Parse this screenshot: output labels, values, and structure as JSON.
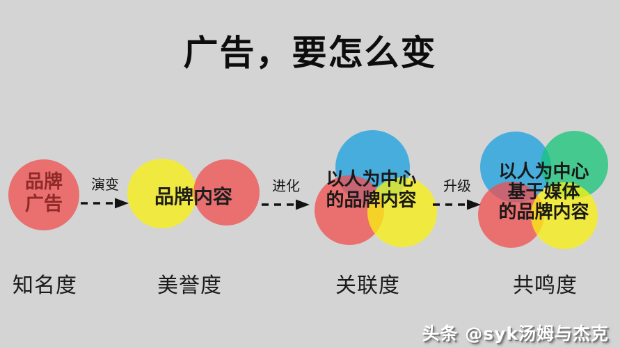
{
  "title": "广告，要怎么变",
  "watermark": "头条 @syk汤姆与杰克",
  "colors": {
    "background": "#d4d4d4",
    "circle_red": "#ec6e6e",
    "circle_yellow": "#f0ea3c",
    "circle_blue": "#41a9dd",
    "circle_green": "#42c98b",
    "stage1_text": "#8e2b28",
    "text": "#1a1a1a",
    "watermark_text": "#ffffff"
  },
  "stages": [
    {
      "name": "brand-advertising",
      "lines": {
        "l1": "品牌",
        "l2": "广告"
      },
      "metric": "知名度",
      "circles": [
        "red"
      ]
    },
    {
      "name": "brand-content",
      "lines": {
        "l1": "品牌内容"
      },
      "metric": "美誉度",
      "circles": [
        "yellow",
        "red"
      ]
    },
    {
      "name": "people-centered-brand-content",
      "lines": {
        "l1": "以人为中心",
        "l2": "的品牌内容"
      },
      "metric": "关联度",
      "circles": [
        "blue",
        "red",
        "yellow"
      ]
    },
    {
      "name": "media-based-people-centered-brand-content",
      "lines": {
        "l1": "以人为中心",
        "l2": "基于媒体",
        "l3": "的品牌内容"
      },
      "metric": "共鸣度",
      "circles": [
        "blue",
        "green",
        "red",
        "yellow"
      ]
    }
  ],
  "arrows": [
    {
      "label": "演变"
    },
    {
      "label": "进化"
    },
    {
      "label": "升级"
    }
  ]
}
